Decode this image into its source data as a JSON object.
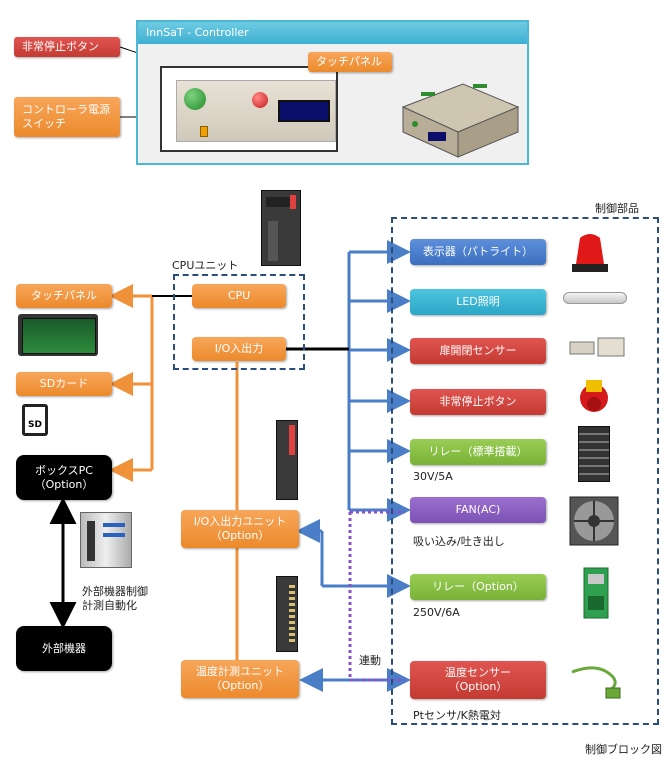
{
  "controller": {
    "title": "InnSaT - Controller",
    "callout_estop": "非常停止ボタン",
    "callout_touch": "タッチパネル",
    "callout_power": "コントローラ電源\nスイッチ"
  },
  "left": {
    "touch_panel": "タッチパネル",
    "sd_card": "SDカード",
    "sd_icon_text": "SD",
    "box_pc": "ボックスPC\n（Option）",
    "ext_note": "外部機器制御\n計測自動化",
    "ext_device": "外部機器"
  },
  "center": {
    "cpu_unit_label": "CPUユニット",
    "cpu": "CPU",
    "io": "I/O入出力",
    "io_unit": "I/O入出力ユニット\n（Option）",
    "temp_unit": "温度計測ユニット\n（Option）",
    "link_label": "連動"
  },
  "right": {
    "group_title": "制御部品",
    "items": [
      {
        "label": "表示器（パトライト）"
      },
      {
        "label": "LED照明"
      },
      {
        "label": "扉開閉センサー"
      },
      {
        "label": "非常停止ボタン"
      },
      {
        "label": "リレー（標準搭載）",
        "note": "30V/5A"
      },
      {
        "label": "FAN(AC)",
        "note": "吸い込み/吐き出し"
      },
      {
        "label": "リレー（Option）",
        "note": "250V/6A"
      },
      {
        "label": "温度センサー\n（Option）",
        "note": "Ptセンサ/K熱電対"
      }
    ]
  },
  "caption": "制御ブロック図"
}
